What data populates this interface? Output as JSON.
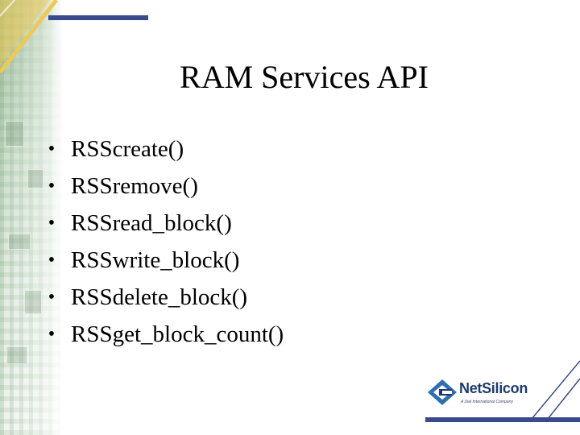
{
  "slide": {
    "title": "RAM Services API",
    "bullets": [
      "RSScreate()",
      "RSSremove()",
      "RSSread_block()",
      "RSSwrite_block()",
      "RSSdelete_block()",
      "RSSget_block_count()"
    ],
    "bullet_symbol": "•"
  },
  "logo": {
    "name": "NetSilicon",
    "tagline": "A Dial International Company",
    "icon": "netsilicon-logo-icon"
  },
  "colors": {
    "accent_navy": "#3a4a8c",
    "accent_yellow": "#f2c94c",
    "strip_green": "#9fbf9f"
  }
}
